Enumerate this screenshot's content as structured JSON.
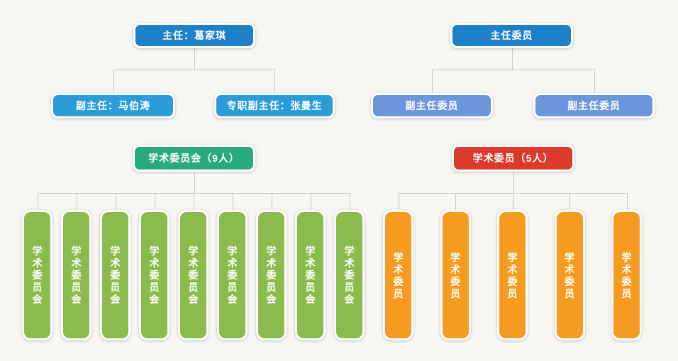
{
  "palette": {
    "background": "#f7f6f3",
    "root_blue": "#1e80c6",
    "deputy_light_blue": "#2b9cd8",
    "deputy_periwinkle": "#6b96db",
    "committee_teal": "#29aa7d",
    "committee_red": "#da3b2b",
    "member_green": "#8cbb4d",
    "member_orange": "#f59b20",
    "connector_gray": "#cbc8c2"
  },
  "charts": [
    {
      "name": "director-committee-chart",
      "root": {
        "label": "主任：葛家琪",
        "color": "#1e80c6"
      },
      "deputies": [
        {
          "label": "副主任：马伯涛",
          "color": "#2b9cd8"
        },
        {
          "label": "专职副主任：张曼生",
          "color": "#2b9cd8"
        }
      ],
      "group": {
        "label": "学术委员会（9人）",
        "color": "#29aa7d"
      },
      "members": {
        "label": "学术委员会",
        "count": 9,
        "color": "#8cbb4d"
      }
    },
    {
      "name": "chair-member-chart",
      "root": {
        "label": "主任委员",
        "color": "#1e80c6"
      },
      "deputies": [
        {
          "label": "副主任委员",
          "color": "#6b96db"
        },
        {
          "label": "副主任委员",
          "color": "#6b96db"
        }
      ],
      "group": {
        "label": "学术委员（5人）",
        "color": "#da3b2b"
      },
      "members": {
        "label": "学术委员",
        "count": 5,
        "color": "#f59b20"
      }
    }
  ]
}
